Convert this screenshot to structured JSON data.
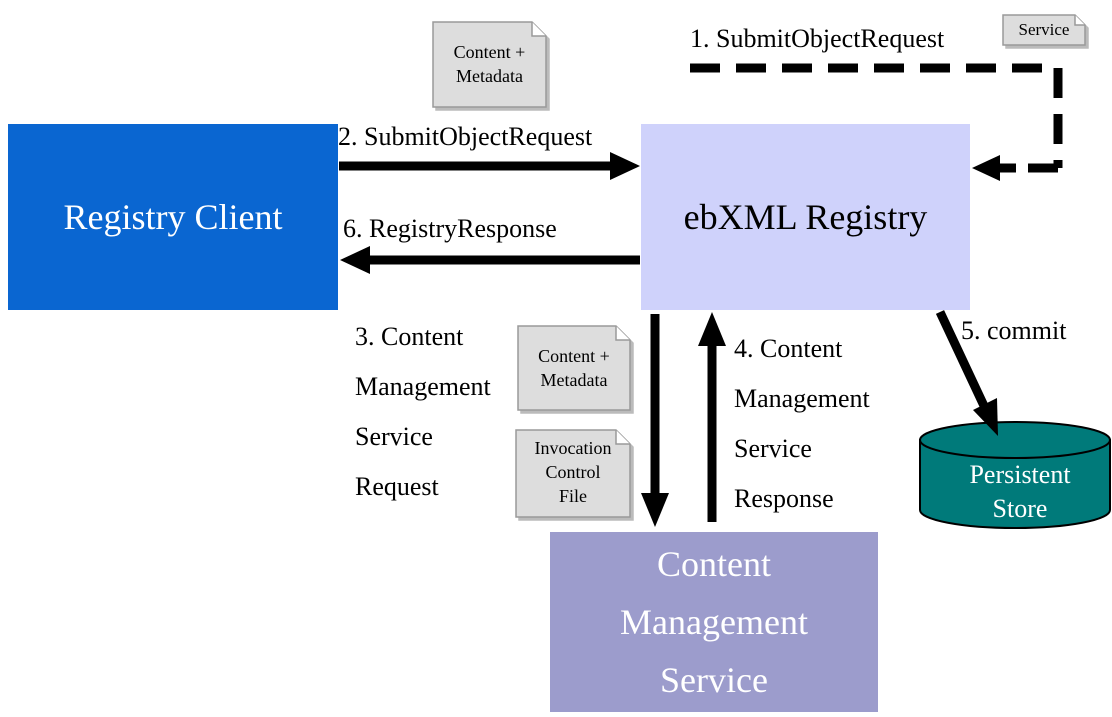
{
  "nodes": {
    "registry_client": "Registry Client",
    "ebxml_registry": "ebXML Registry",
    "content_management_service": [
      "Content",
      "Management",
      "Service"
    ],
    "persistent_store": [
      "Persistent",
      "Store"
    ]
  },
  "documents": {
    "service": "Service",
    "content_metadata_top": [
      "Content +",
      "Metadata"
    ],
    "content_metadata_mid": [
      "Content +",
      "Metadata"
    ],
    "invocation_control_file": [
      "Invocation",
      "Control",
      "File"
    ]
  },
  "labels": {
    "step1": "1. SubmitObjectRequest",
    "step2": "2. SubmitObjectRequest",
    "step3": [
      "3. Content",
      "Management",
      "Service",
      "Request"
    ],
    "step4": [
      "4. Content",
      "Management",
      "Service",
      "Response"
    ],
    "step5": "5. commit",
    "step6": "6. RegistryResponse"
  },
  "colors": {
    "client": "#0a66d1",
    "registry": "#cfd2fb",
    "cms": "#9c9ccc",
    "store": "#007a7a",
    "document": "#dddddd"
  }
}
